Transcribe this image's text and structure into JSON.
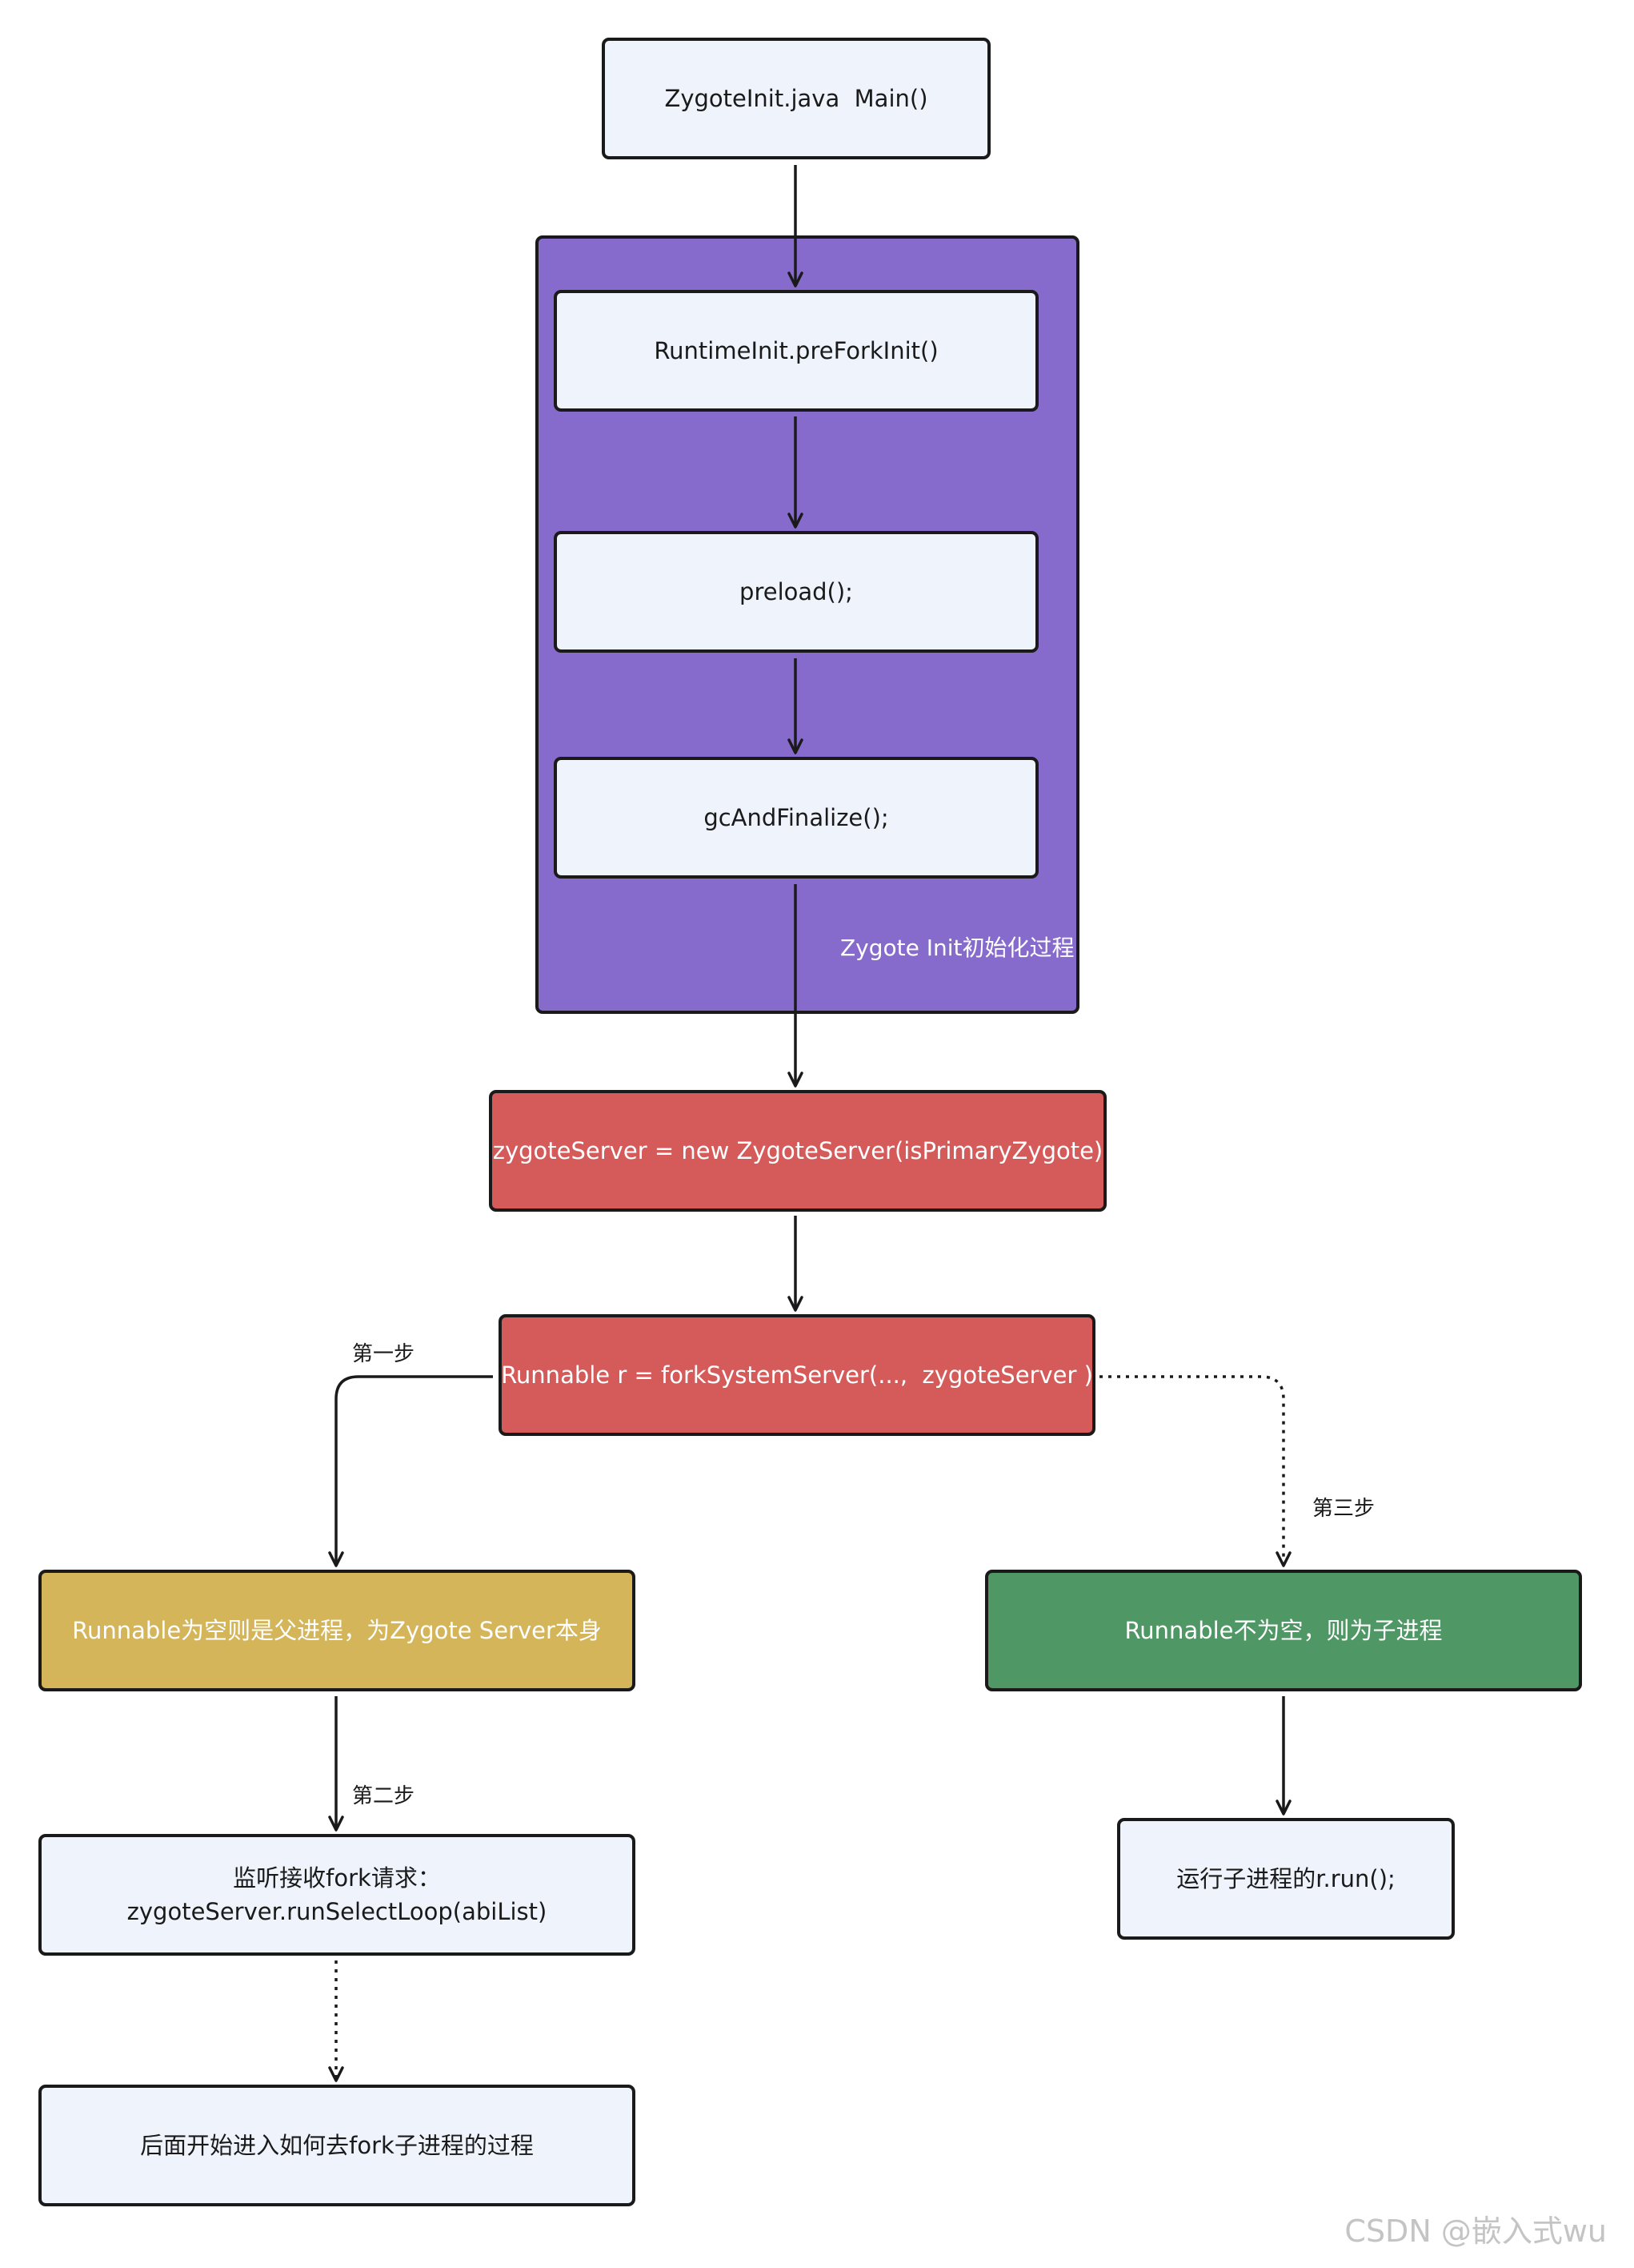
{
  "nodes": {
    "main": "ZygoteInit.java  Main()",
    "preforkinit": "RuntimeInit.preForkInit()",
    "preload": "preload();",
    "gc": "gcAndFinalize();",
    "zygote_server": "zygoteServer = new ZygoteServer(isPrimaryZygote)",
    "fork_system_server": "Runnable r = forkSystemServer(...,  zygoteServer )",
    "runnable_null": "Runnable为空则是父进程，为Zygote Server本身",
    "runnable_not_null": "Runnable不为空，则为子进程",
    "select_loop_line1": "监听接收fork请求：",
    "select_loop_line2": "zygoteServer.runSelectLoop(abiList)",
    "run_child": "运行子进程的r.run();",
    "next_process": "后面开始进入如何去fork子进程的过程"
  },
  "group_label": "Zygote Init初始化过程",
  "edge_labels": {
    "step1": "第一步",
    "step2": "第二步",
    "step3": "第三步"
  },
  "watermark": "CSDN @嵌入式wu",
  "colors": {
    "light": "#eef3fc",
    "group": "#866bcc",
    "red": "#d55b5b",
    "yellow": "#d4b55a",
    "green": "#4f9866",
    "stroke": "#1a1a1a"
  }
}
